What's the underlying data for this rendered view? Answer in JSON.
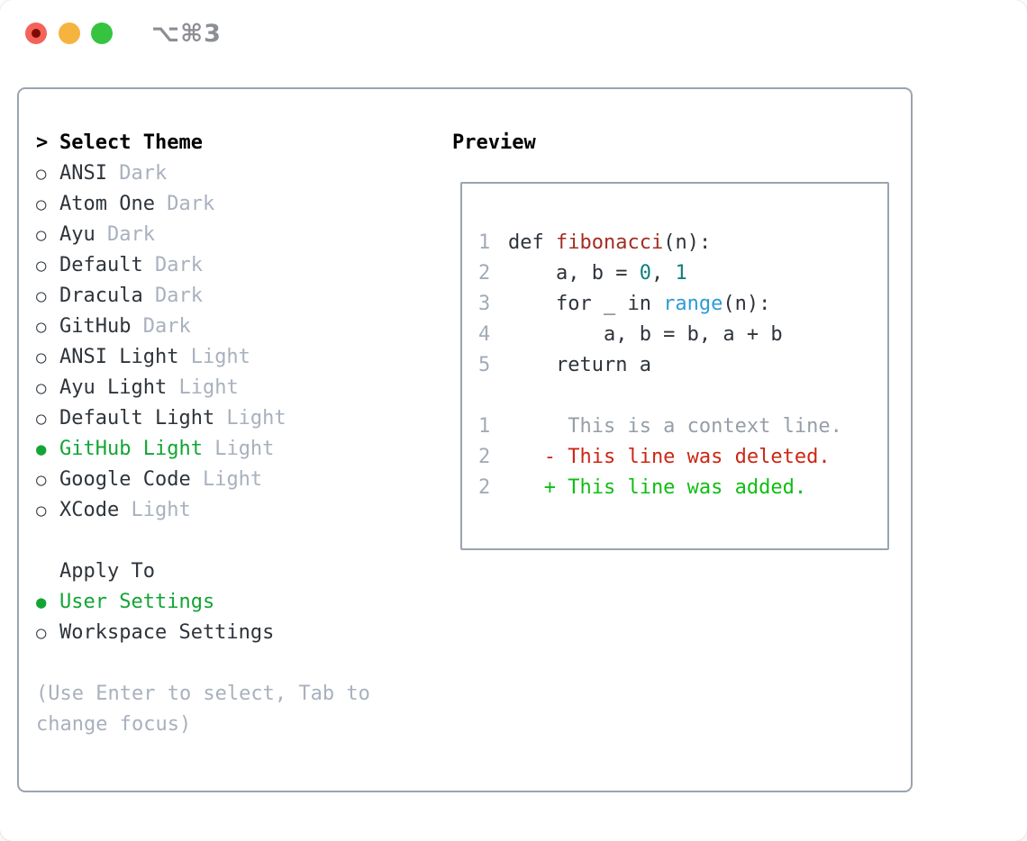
{
  "window": {
    "title": "⌥⌘3",
    "traffic_lights": {
      "close": "close-button",
      "minimize": "minimize-button",
      "zoom": "zoom-button"
    }
  },
  "theme_panel": {
    "header": {
      "caret": ">",
      "label": "Select Theme"
    },
    "unselected_glyph": "○",
    "selected_glyph": "●",
    "items": [
      {
        "name": "ANSI",
        "variant": "Dark",
        "selected": false
      },
      {
        "name": "Atom One",
        "variant": "Dark",
        "selected": false
      },
      {
        "name": "Ayu",
        "variant": "Dark",
        "selected": false
      },
      {
        "name": "Default",
        "variant": "Dark",
        "selected": false
      },
      {
        "name": "Dracula",
        "variant": "Dark",
        "selected": false
      },
      {
        "name": "GitHub",
        "variant": "Dark",
        "selected": false
      },
      {
        "name": "ANSI Light",
        "variant": "Light",
        "selected": false
      },
      {
        "name": "Ayu Light",
        "variant": "Light",
        "selected": false
      },
      {
        "name": "Default Light",
        "variant": "Light",
        "selected": false
      },
      {
        "name": "GitHub Light",
        "variant": "Light",
        "selected": true
      },
      {
        "name": "Google Code",
        "variant": "Light",
        "selected": false
      },
      {
        "name": "XCode",
        "variant": "Light",
        "selected": false
      }
    ],
    "apply_header": "Apply To",
    "apply_items": [
      {
        "name": "User Settings",
        "selected": true
      },
      {
        "name": "Workspace Settings",
        "selected": false
      }
    ],
    "help_lines": [
      "(Use Enter to select, Tab to",
      "change focus)"
    ]
  },
  "preview": {
    "title": "Preview",
    "code_lines": [
      {
        "num": "1",
        "tokens": [
          {
            "t": "def ",
            "c": "dark"
          },
          {
            "t": "fibonacci",
            "c": "func"
          },
          {
            "t": "(n):",
            "c": "dark"
          }
        ]
      },
      {
        "num": "2",
        "tokens": [
          {
            "t": "    a, b = ",
            "c": "dark"
          },
          {
            "t": "0",
            "c": "num"
          },
          {
            "t": ", ",
            "c": "dark"
          },
          {
            "t": "1",
            "c": "num"
          }
        ]
      },
      {
        "num": "3",
        "tokens": [
          {
            "t": "    for _ in ",
            "c": "dark"
          },
          {
            "t": "range",
            "c": "builtin"
          },
          {
            "t": "(n):",
            "c": "dark"
          }
        ]
      },
      {
        "num": "4",
        "tokens": [
          {
            "t": "        a, b = b, a + b",
            "c": "dark"
          }
        ]
      },
      {
        "num": "5",
        "tokens": [
          {
            "t": "    return a",
            "c": "dark"
          }
        ]
      }
    ],
    "diff_lines": [
      {
        "num": "1",
        "tokens": [
          {
            "t": "     This is a context line.",
            "c": "context"
          }
        ]
      },
      {
        "num": "2",
        "tokens": [
          {
            "t": "   - This line was deleted.",
            "c": "deleted"
          }
        ]
      },
      {
        "num": "2",
        "tokens": [
          {
            "t": "   + This line was added.",
            "c": "added"
          }
        ]
      }
    ]
  },
  "colors": {
    "accent_green": "#12a534",
    "added_green": "#0fbe12",
    "deleted_red": "#cb2714",
    "function_red": "#a32e22",
    "number_teal": "#0e7f7d",
    "builtin_blue": "#2e9bd4",
    "muted_gray": "#a8b1bd",
    "border_gray": "#9aa4af",
    "text_dark": "#2e343b"
  }
}
